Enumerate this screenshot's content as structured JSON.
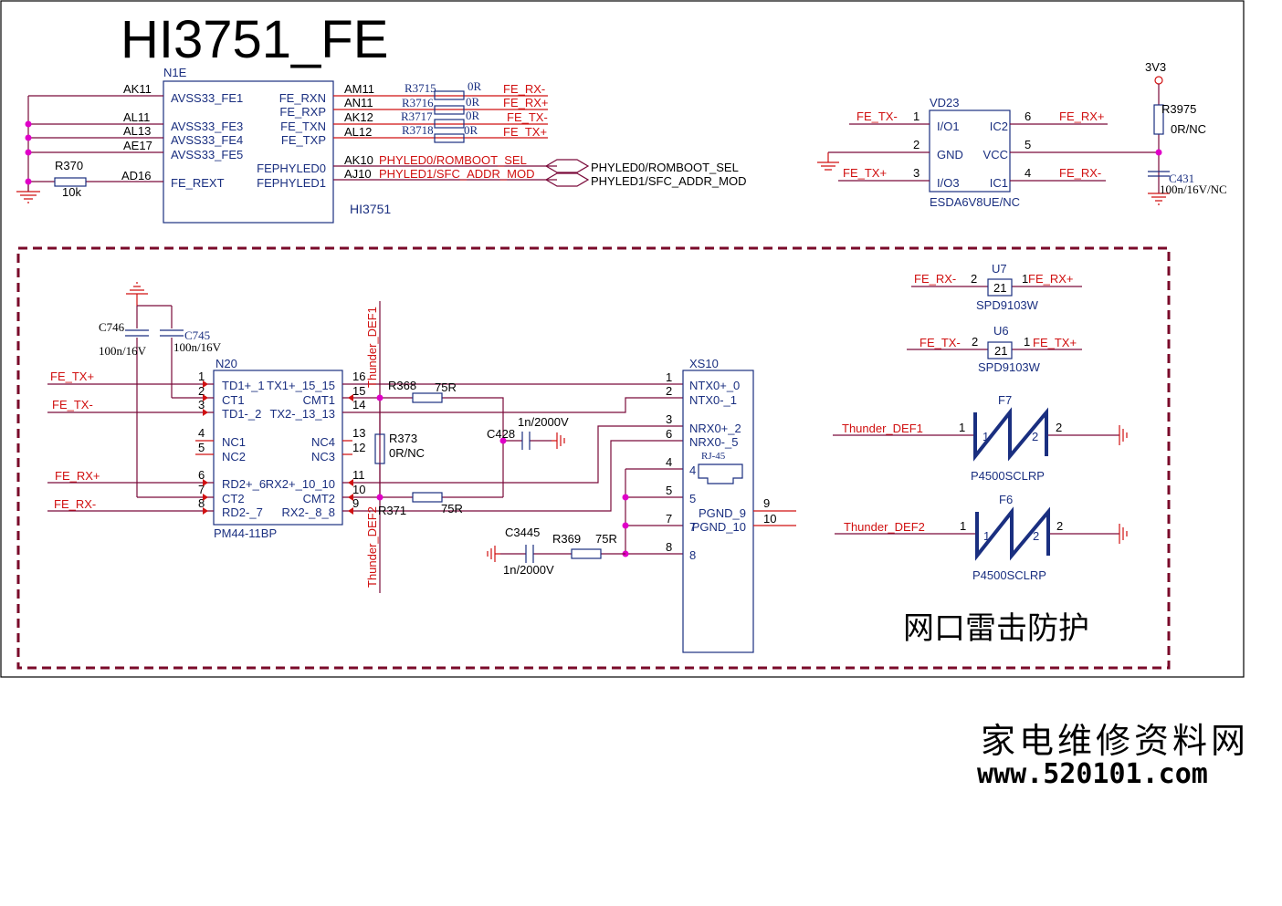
{
  "title": "HI3751_FE",
  "ic_top": {
    "ref": "N1E",
    "part": "HI3751",
    "left_balls": [
      "AK11",
      "AL11",
      "AL13",
      "AE17",
      "AD16"
    ],
    "left_pins": [
      "AVSS33_FE1",
      "AVSS33_FE3",
      "AVSS33_FE4",
      "AVSS33_FE5",
      "FE_REXT"
    ],
    "right_pins": [
      "FE_RXN",
      "FE_RXP",
      "FE_TXN",
      "FE_TXP",
      "FEPHYLED0",
      "FEPHYLED1"
    ],
    "right_balls": [
      "AM11",
      "AN11",
      "AK12",
      "AL12",
      "AK10",
      "AJ10"
    ],
    "resistors": [
      "R3715",
      "R3716",
      "R3717",
      "R3718"
    ],
    "res_vals": [
      "0R",
      "0R",
      "0R",
      "0R"
    ],
    "nets": [
      "FE_RX-",
      "FE_RX+",
      "FE_TX-",
      "FE_TX+"
    ],
    "led_nets": [
      "PHYLED0/ROMBOOT_SEL",
      "PHYLED1/SFC_ADDR_MOD"
    ],
    "led_ports": [
      "PHYLED0/ROMBOOT_SEL",
      "PHYLED1/SFC_ADDR_MOD"
    ],
    "rext_res": "R370",
    "rext_val": "10k"
  },
  "esd": {
    "ref": "VD23",
    "part": "ESDA6V8UE/NC",
    "pins_left": [
      "I/O1",
      "GND",
      "I/O3"
    ],
    "pins_right": [
      "IC2",
      "VCC",
      "IC1"
    ],
    "pin_nums_left": [
      "1",
      "2",
      "3"
    ],
    "pin_nums_right": [
      "6",
      "5",
      "4"
    ],
    "nets_left": [
      "FE_TX-",
      "FE_TX+"
    ],
    "nets_right": [
      "FE_RX+",
      "FE_RX-"
    ],
    "rail": "3V3",
    "res": "R3975",
    "res_val": "0R/NC",
    "cap": "C431",
    "cap_val": "100n/16V/NC"
  },
  "xfmr": {
    "ref": "N20",
    "part": "PM44-11BP",
    "left_nums": [
      "1",
      "2",
      "3",
      "4",
      "5",
      "6",
      "7",
      "8"
    ],
    "left_pins": [
      "TD1+_1",
      "CT1",
      "TD1-_2",
      "NC1",
      "NC2",
      "RD2+_6",
      "CT2",
      "RD2-_7"
    ],
    "mid_pins": [
      "TX1+_15_15",
      "CMT1",
      "TX2-_13_13",
      "NC4",
      "NC3",
      "RX2+_10_10",
      "CMT2",
      "RX2-_8_8"
    ],
    "right_nums": [
      "16",
      "15",
      "14",
      "13",
      "12",
      "11",
      "10",
      "9"
    ],
    "left_nets": [
      "FE_TX+",
      "FE_TX-",
      "FE_RX+",
      "FE_RX-"
    ],
    "caps": [
      "C746",
      "C745"
    ],
    "cap_vals": [
      "100n/16V",
      "100n/16V"
    ]
  },
  "mid": {
    "r368": "R368",
    "r368_val": "75R",
    "r373": "R373",
    "r373_val": "0R/NC",
    "r371": "R371",
    "r371_val": "75R",
    "c428": "C428",
    "c428_val": "1n/2000V",
    "c3445": "C3445",
    "c3445_val": "1n/2000V",
    "r369": "R369",
    "r369_val": "75R",
    "thunder1": "Thunder_DEF1",
    "thunder2": "Thunder_DEF2"
  },
  "rj45": {
    "ref": "XS10",
    "label": "RJ-45",
    "nums": [
      "1",
      "2",
      "3",
      "6",
      "4",
      "5",
      "7",
      "8"
    ],
    "pins": [
      "NTX0+_0",
      "NTX0-_1",
      "NRX0+_2",
      "NRX0-_5",
      "4",
      "5",
      "7",
      "8"
    ],
    "pgnd": [
      "PGND_9",
      "PGND_10"
    ],
    "pgnd_nums": [
      "9",
      "10"
    ]
  },
  "spd": [
    {
      "ref": "U7",
      "part": "SPD9103W",
      "net_l": "FE_RX-",
      "net_r": "FE_RX+",
      "pin_l": "2",
      "pin_r": "1",
      "inner": "21"
    },
    {
      "ref": "U6",
      "part": "SPD9103W",
      "net_l": "FE_TX-",
      "net_r": "FE_TX+",
      "pin_l": "2",
      "pin_r": "1",
      "inner": "21"
    }
  ],
  "tvs": [
    {
      "ref": "F7",
      "part": "P4500SCLRP",
      "net": "Thunder_DEF1",
      "p1": "1",
      "p2": "2"
    },
    {
      "ref": "F6",
      "part": "P4500SCLRP",
      "net": "Thunder_DEF2",
      "p1": "1",
      "p2": "2"
    }
  ],
  "section_title": "网口雷击防护",
  "watermark_cn": "家电维修资料网",
  "watermark_url": "www.520101.com"
}
